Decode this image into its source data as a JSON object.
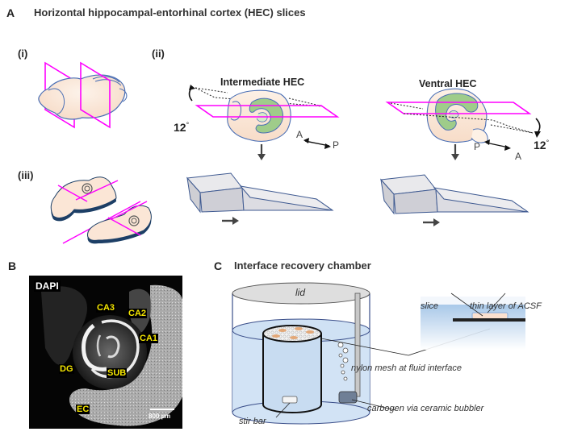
{
  "panel_a": {
    "letter": "A",
    "title": "Horizontal hippocampal-entorhinal cortex (HEC) slices",
    "sub_i": "(i)",
    "sub_ii": "(ii)",
    "sub_iii": "(iii)",
    "intermediate": {
      "title": "Intermediate HEC",
      "angle": "12",
      "degree_symbol": "°",
      "axis_left": "A",
      "axis_right": "P"
    },
    "ventral": {
      "title": "Ventral HEC",
      "angle": "12",
      "degree_symbol": "°",
      "axis_left": "P",
      "axis_right": "A"
    }
  },
  "panel_b": {
    "letter": "B",
    "stain_label": "DAPI",
    "regions": [
      "CA3",
      "CA2",
      "CA1",
      "DG",
      "SUB",
      "EC"
    ],
    "scale_bar": "800 µm"
  },
  "panel_c": {
    "letter": "C",
    "title": "Interface recovery chamber",
    "labels": {
      "lid": "lid",
      "slice": "slice",
      "acsf": "thin layer of ACSF",
      "mesh": "nylon mesh at fluid interface",
      "bubbler": "carbogen via ceramic bubbler",
      "stir_bar": "stir bar"
    }
  },
  "colors": {
    "magenta": "#ff00ff",
    "tissue": "#fbe6d6",
    "outline": "#4a6fb5",
    "hippocampus": "#9fcc8a",
    "fluid": "#b9d3ee",
    "label_yellow": "#f5e600"
  }
}
